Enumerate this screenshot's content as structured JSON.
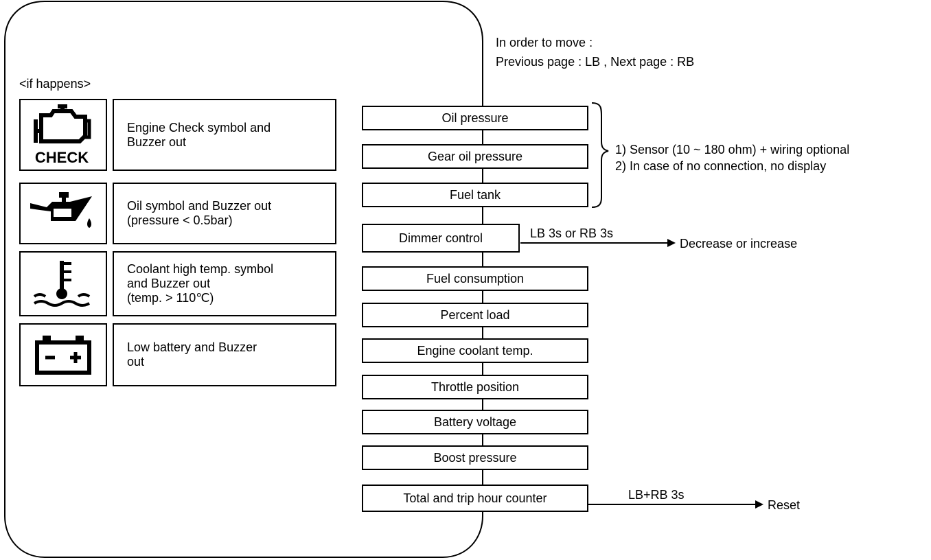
{
  "navigation_note": {
    "line1": "In order to move :",
    "line2": "Previous page : LB , Next page : RB"
  },
  "warnings": {
    "heading": "<if happens>",
    "items": [
      {
        "icon": "engine-check-icon",
        "icon_text": "CHECK",
        "text": "Engine Check symbol and\nBuzzer out"
      },
      {
        "icon": "oil-can-icon",
        "text": "Oil symbol and Buzzer out\n(pressure < 0.5bar)"
      },
      {
        "icon": "coolant-temp-icon",
        "text": "Coolant high temp. symbol\nand Buzzer out\n(temp. > 110℃)"
      },
      {
        "icon": "battery-icon",
        "text": "Low battery  and Buzzer\nout"
      }
    ]
  },
  "pages": [
    {
      "label": "Oil pressure"
    },
    {
      "label": "Gear oil pressure"
    },
    {
      "label": "Fuel tank"
    },
    {
      "label": "Dimmer control"
    },
    {
      "label": "Fuel consumption"
    },
    {
      "label": "Percent load"
    },
    {
      "label": "Engine coolant temp."
    },
    {
      "label": "Throttle position"
    },
    {
      "label": "Battery voltage"
    },
    {
      "label": "Boost pressure"
    },
    {
      "label": "Total and trip hour counter"
    }
  ],
  "sensor_note": {
    "line1": "1) Sensor (10 ~ 180 ohm) + wiring optional",
    "line2": "2) In case of no connection, no display"
  },
  "dimmer_action": {
    "trigger": "LB 3s or RB 3s",
    "result": "Decrease or increase"
  },
  "reset_action": {
    "trigger": "LB+RB 3s",
    "result": "Reset"
  }
}
